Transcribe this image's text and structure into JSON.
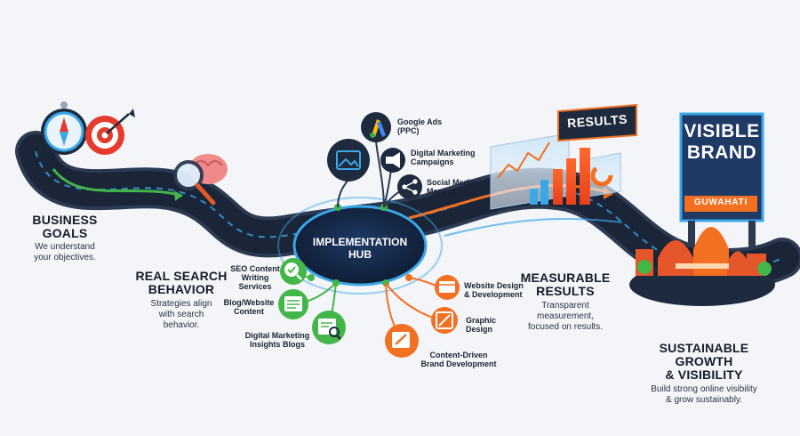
{
  "colors": {
    "road": "#1e2a3d",
    "road_edge": "#3a4a66",
    "accent_blue": "#3aa7e8",
    "accent_green": "#43b649",
    "accent_orange": "#f36f21",
    "hub_dark": "#14213b",
    "brand_sign": "#203a66"
  },
  "stages": {
    "business_goals": {
      "title_line1": "BUSINESS",
      "title_line2": "GOALS",
      "desc_line1": "We understand",
      "desc_line2": "your objectives.",
      "icons": [
        "compass-icon",
        "target-icon"
      ]
    },
    "real_search": {
      "title_line1": "REAL SEARCH",
      "title_line2": "BEHAVIOR",
      "desc_line1": "Strategies align",
      "desc_line2": "with search",
      "desc_line3": "behavior.",
      "icons": [
        "brain-magnifier-icon"
      ]
    },
    "hub": {
      "line1": "IMPLEMENTATION",
      "line2": "HUB"
    },
    "measurable": {
      "title_line1": "MEASURABLE",
      "title_line2": "RESULTS",
      "desc_line1": "Transparent",
      "desc_line2": "measurement,",
      "desc_line3": "focused on results.",
      "sign": "RESULTS"
    },
    "sustainable": {
      "title_line1": "SUSTAINABLE GROWTH",
      "title_line2": "& VISIBILITY",
      "desc_line1": "Build strong online visibility",
      "desc_line2": "& grow sustainably.",
      "sign_line1": "VISIBLE",
      "sign_line2": "BRAND",
      "ribbon": "GUWAHATI"
    }
  },
  "services_top": [
    {
      "line1": "Google Ads",
      "line2": "(PPC)",
      "icon": "google-ads-icon"
    },
    {
      "line1": "Digital Marketing",
      "line2": "Campaigns",
      "icon": "megaphone-icon"
    },
    {
      "line1": "Social Media",
      "line2": "Management",
      "icon": "share-icon"
    }
  ],
  "services_left": [
    {
      "line1": "SEO Content",
      "line2": "Writing Services",
      "icon": "check-search-icon"
    },
    {
      "line1": "Blog/Website",
      "line2": "Content",
      "icon": "document-icon"
    },
    {
      "line1": "Digital Marketing",
      "line2": "Insights Blogs",
      "icon": "search-doc-icon"
    }
  ],
  "services_right": [
    {
      "line1": "Website Design",
      "line2": "& Development",
      "icon": "web-design-icon"
    },
    {
      "line1": "Graphic",
      "line2": "Design",
      "icon": "design-icon"
    },
    {
      "line1": "Content-Driven",
      "line2": "Brand Development",
      "icon": "pen-icon"
    }
  ],
  "image_icon": "image-icon"
}
